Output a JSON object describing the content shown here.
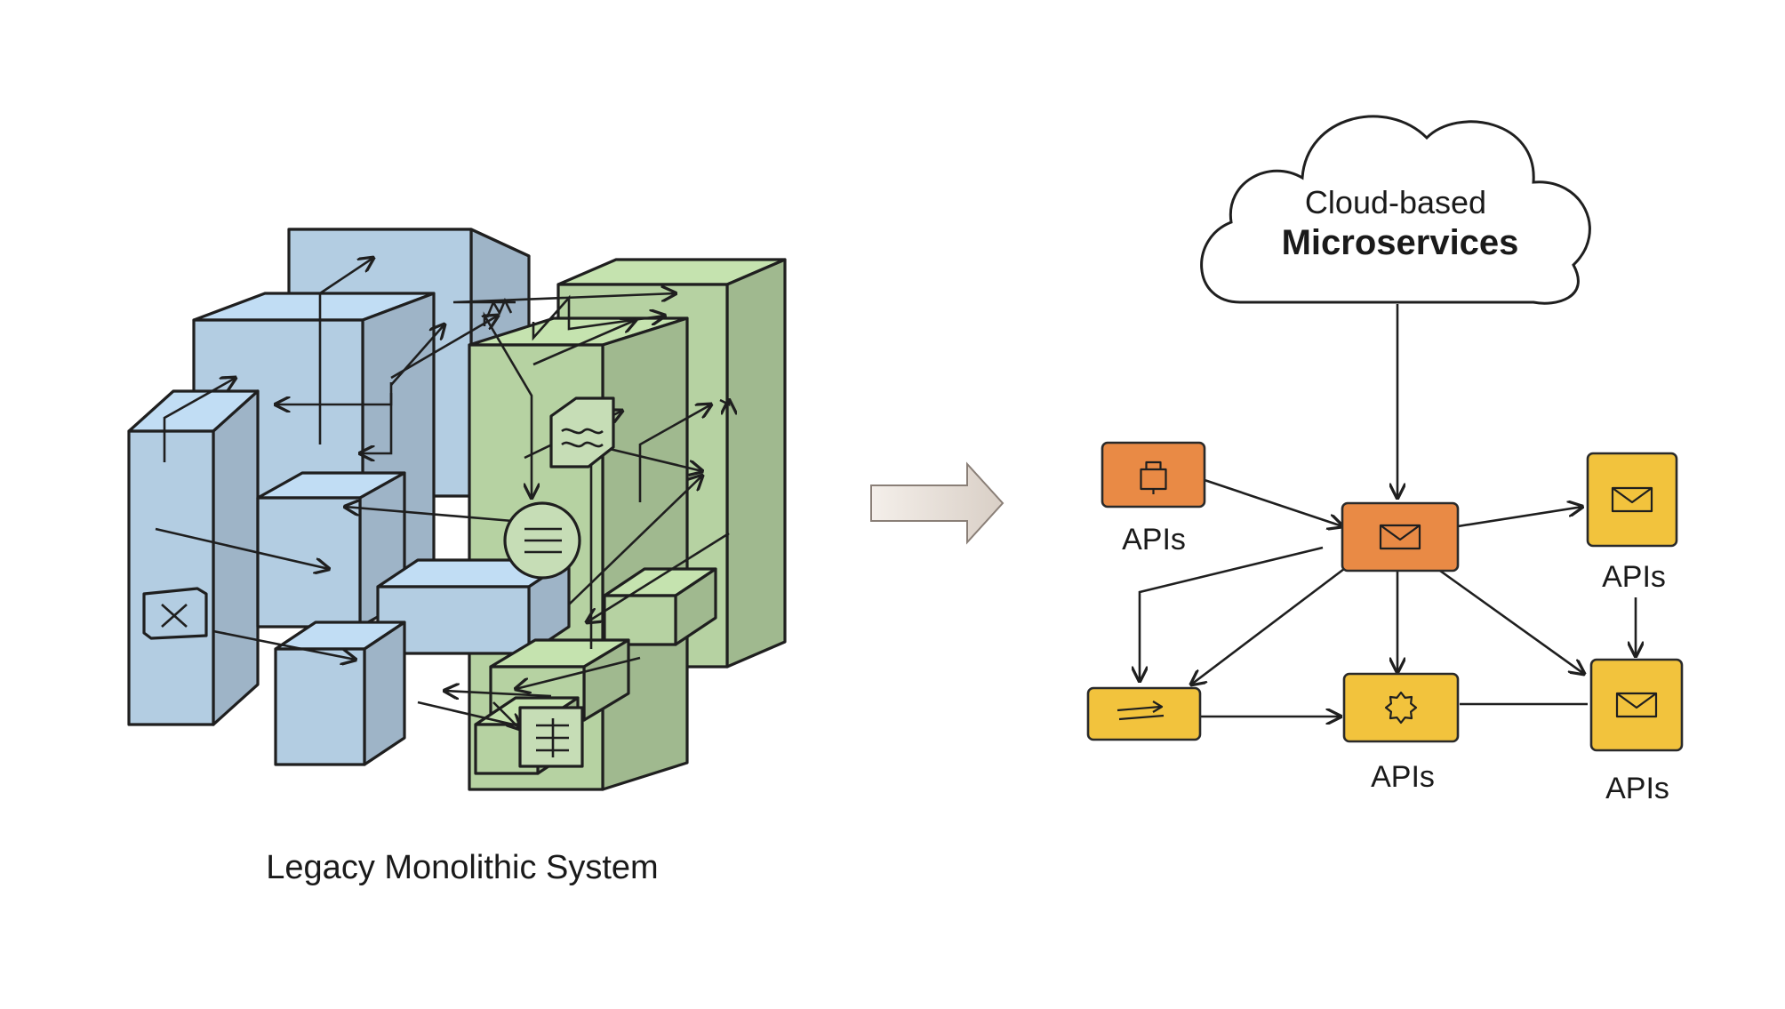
{
  "legacy": {
    "label": "Legacy Monolithic System"
  },
  "cloud": {
    "line1": "Cloud-based",
    "line2": "Microservices"
  },
  "services": [
    {
      "id": "svc-lock",
      "icon": "lock-icon",
      "label": "APIs",
      "color": "#e98a45"
    },
    {
      "id": "svc-hub",
      "icon": "envelope-icon",
      "label": "",
      "color": "#e98a45"
    },
    {
      "id": "svc-mail-a",
      "icon": "envelope-icon",
      "label": "APIs",
      "color": "#f2c33d"
    },
    {
      "id": "svc-flow",
      "icon": "arrows-icon",
      "label": "",
      "color": "#f2c33d"
    },
    {
      "id": "svc-gear",
      "icon": "gear-icon",
      "label": "APIs",
      "color": "#f2c33d"
    },
    {
      "id": "svc-mail-b",
      "icon": "envelope-icon",
      "label": "APIs",
      "color": "#f2c33d"
    }
  ],
  "colors": {
    "blue_block": "#b3cde2",
    "green_block": "#b6d2a2",
    "orange_service": "#e98a45",
    "yellow_service": "#f2c33d"
  }
}
